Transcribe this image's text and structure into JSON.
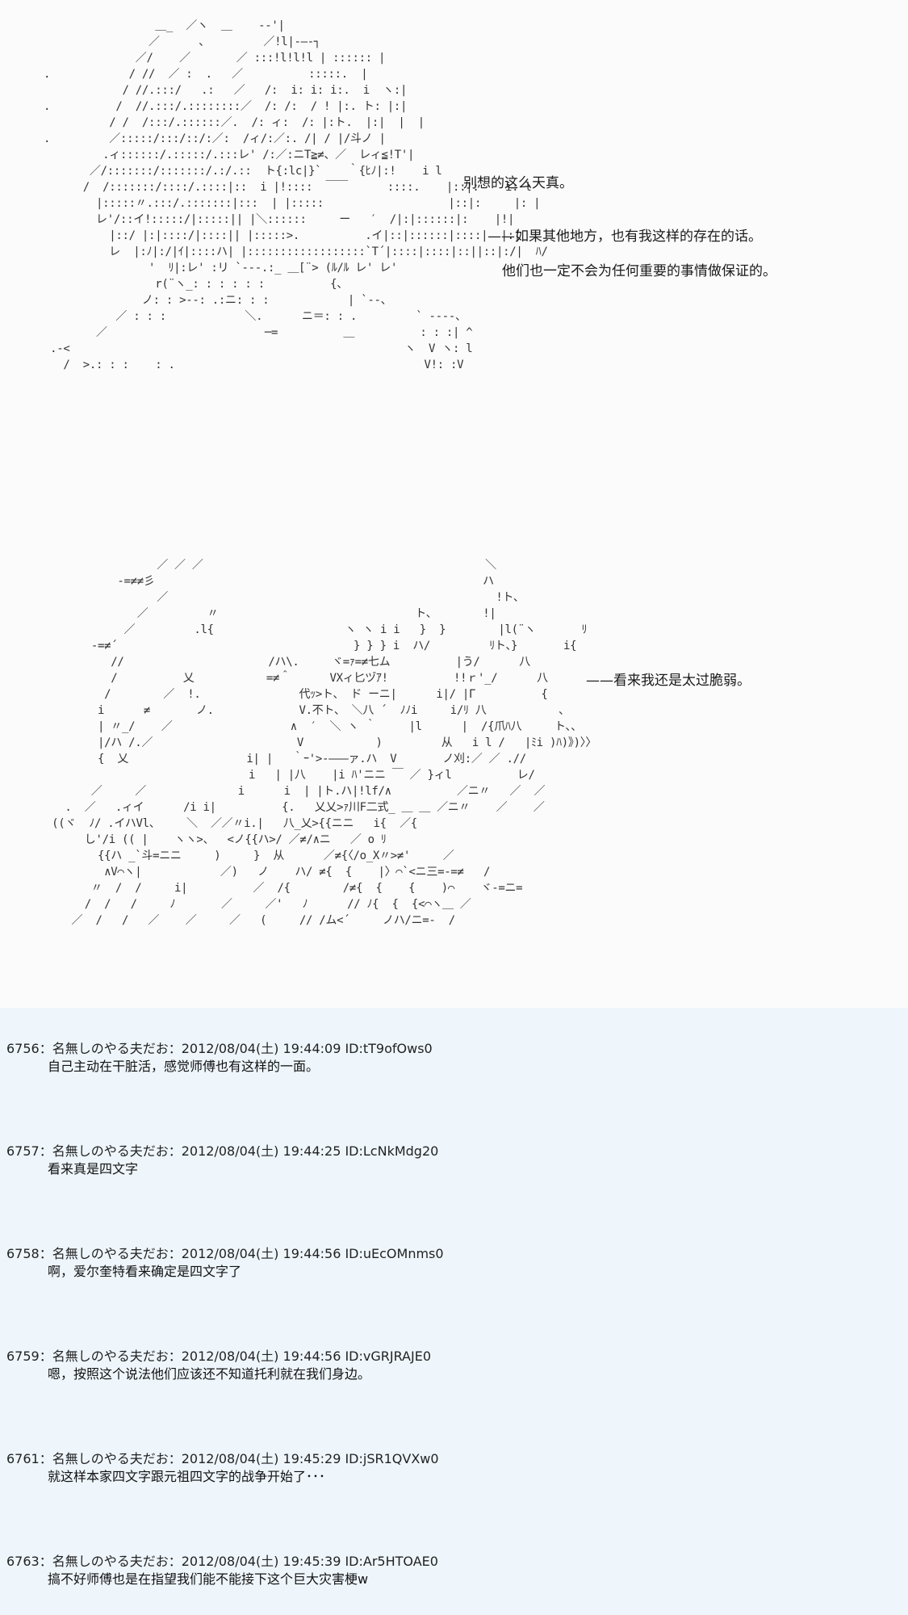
{
  "art_top": {
    "lines": [
      "                 ＿_  ／ヽ  ＿    -‐'|",
      "                ／      ､         ／!l|‐―‐┐",
      "              ／/    ／       ／ :::!l!l!l | :::::: |",
      ".            / //  ／ :  .   ／          :::::.  |",
      "            / //.:::/   .:   ／   /:  i: i: i:.  i  ヽ:|",
      ".          /  //.:::/.::::::::／  /: /:  / ! |:. ト: |:|",
      "          / /  /:::/.::::::／.  /: ィ:  /: |:ト.  |:|  |  |",
      ".         ／:::::/:::/::/:／:  /ィ/:／:. /| / |/斗ノ |",
      "         .ィ::::::/.:::::/.:::レ' /:／:ニT≧≠、／  レィ≦!T'|",
      "       ／/:::::::/:::::::/.:/.::  ト{:lc|}`    ｀{ﾋﾉ|:!    i l",
      "      /  /:::::::/::::/.::::|::  i |!::::  ￣￣      ::::.    |::|:    i: l",
      "        |:::::〃.:::/.:::::::|:::  | |:::::                   |::|:     |: |",
      "        レ'/::イ!:::::/|:::::|| |＼::::::     ー   ′  /|:|::::::|:    |!|",
      "          |::/ |:|::::/|::::|| |:::::>.          .イ|::|::::::|::::|  |:|",
      "          レ  |:ﾉ|:/|ｲ|::::ハ| |::::::::::::::::::`T´|::::|::::|::||::|:/|  ﾊ/",
      "                '  ﾘ|:レ' :リ `‐‐-.:_ ＿[¨> (ﾙ/ﾙ レ' レ'",
      "                 r(¨ヽ_: : : : : :          {、",
      "               ノ: : >‐-: .:ニ: : :            | `‐-、",
      "           ／ : : :            ＼.      ニ＝: : .         ` -‐‐-、",
      "        ／                        ─=          ＿          : : :| ^",
      " .-<                                                   ヽ  V ヽ: l",
      "   /  >.: : :    : .                                      V!: :V"
    ]
  },
  "art_bottom": {
    "lines": [
      "                 ／ ／ ／                                           ＼",
      "           ‐=≠≠彡                                                  ハ",
      "                 ／                                                  !ト、",
      "              ／         〃                              ト、       !|",
      "            ／         .l{                    ヽ ヽ i i   }  }        |l(¨ヽ       ﾘ",
      "       ‐=≠´                                    } } } i  ハ/         ﾘト、}       i{",
      "          //                      /ハ\\.     ヾ=ｧ=≠七ム          |う/      八",
      "          /          乂           =≠＾      VXィ匕ヅｱ!          !!ｒ'_/      八",
      "         /        ／  !.               代ｯ>ト、 ド ーニ|      i|/ |Γ          {",
      "        i      ≠       ノ.             V.不ト、 ＼八 ´  ﾉﾉi     i/ﾘ 八           、",
      "        | 〃_/    ／                  ∧  ′  ＼ ヽ ｀     |l      |  /{爪ﾊ八     ト、、",
      "        |/ハ /.／                      V           )         从   i l /   |ﾐi )ﾊ)》)〉〉",
      "        {  乂                  i| |   ｀ｰ'>‐―――ァ.ハ  V       ノ刈:／ ／ .// ",
      "                               i   | |八    |i ﾊ'ニニ ￣ ／ }ィl          レ/",
      "       ／     ／              i      i  | |ト.ハ|!lf/∧          ／ニ〃   ／  ／",
      "   .  ／   .ィイ      /i i|          {.   乂乂>ｧ川F二式_ ＿ ＿ ／ニ〃    ／    ／",
      " ((ヾ  ﾉ/ .イハVl、    ＼  ／／〃i.|   八_乂>{{ニニ   i{  ／{",
      "      し'/i (( |    ヽヽ>、  <ノ{{ハ>/ ／≠/∧ニ   ／ o ﾘ",
      "        {{ハ _`斗=ニニ     )     }  从      ／≠{〈/o_X〃>≠'     ／",
      "         ∧V⌒ヽ|            ／)   ノ    ハ/ ≠{  {    |〉⌒`<ニ三=‐=≠   /",
      "       〃  /  /     i|          ／  /{        /≠{  {    {    )⌒    ヾ‐=ニ=",
      "      /  /   /     ﾉ       ／     ／'   ﾉ      // ﾉ{  {  {<⌒ヽ＿ ／",
      "    ／  /   /   ／    ／     ／   (     // /ム<´     ノハ/ニ=‐  /"
    ]
  },
  "dialogue": {
    "line1": "别想的这么天真。",
    "line2": "——如果其他地方，也有我这样的存在的话。",
    "line3": "他们也一定不会为任何重要的事情做保证的。",
    "line4": "——看来我还是太过脆弱。"
  },
  "posts": [
    {
      "header": "6756：名無しのやる夫だお：2012/08/04(土) 19:44:09 ID:tT9ofOws0",
      "body": "自己主动在干脏活，感觉师傅也有这样的一面。"
    },
    {
      "header": "6757：名無しのやる夫だお：2012/08/04(土) 19:44:25 ID:LcNkMdg20",
      "body": "看来真是四文字"
    },
    {
      "header": "6758：名無しのやる夫だお：2012/08/04(土) 19:44:56 ID:uEcOMnms0",
      "body": "啊，爱尔奎特看来确定是四文字了"
    },
    {
      "header": "6759：名無しのやる夫だお：2012/08/04(土) 19:44:56 ID:vGRJRAJE0",
      "body": "嗯，按照这个说法他们应该还不知道托利就在我们身边。"
    },
    {
      "header": "6761：名無しのやる夫だお：2012/08/04(土) 19:45:29 ID:jSR1QVXw0",
      "body": "就这样本家四文字跟元祖四文字的战争开始了･･･"
    },
    {
      "header": "6763：名無しのやる夫だお：2012/08/04(土) 19:45:39 ID:Ar5HTOAE0",
      "body": "搞不好师傅也是在指望我们能不能接下这个巨大灾害梗w"
    }
  ]
}
